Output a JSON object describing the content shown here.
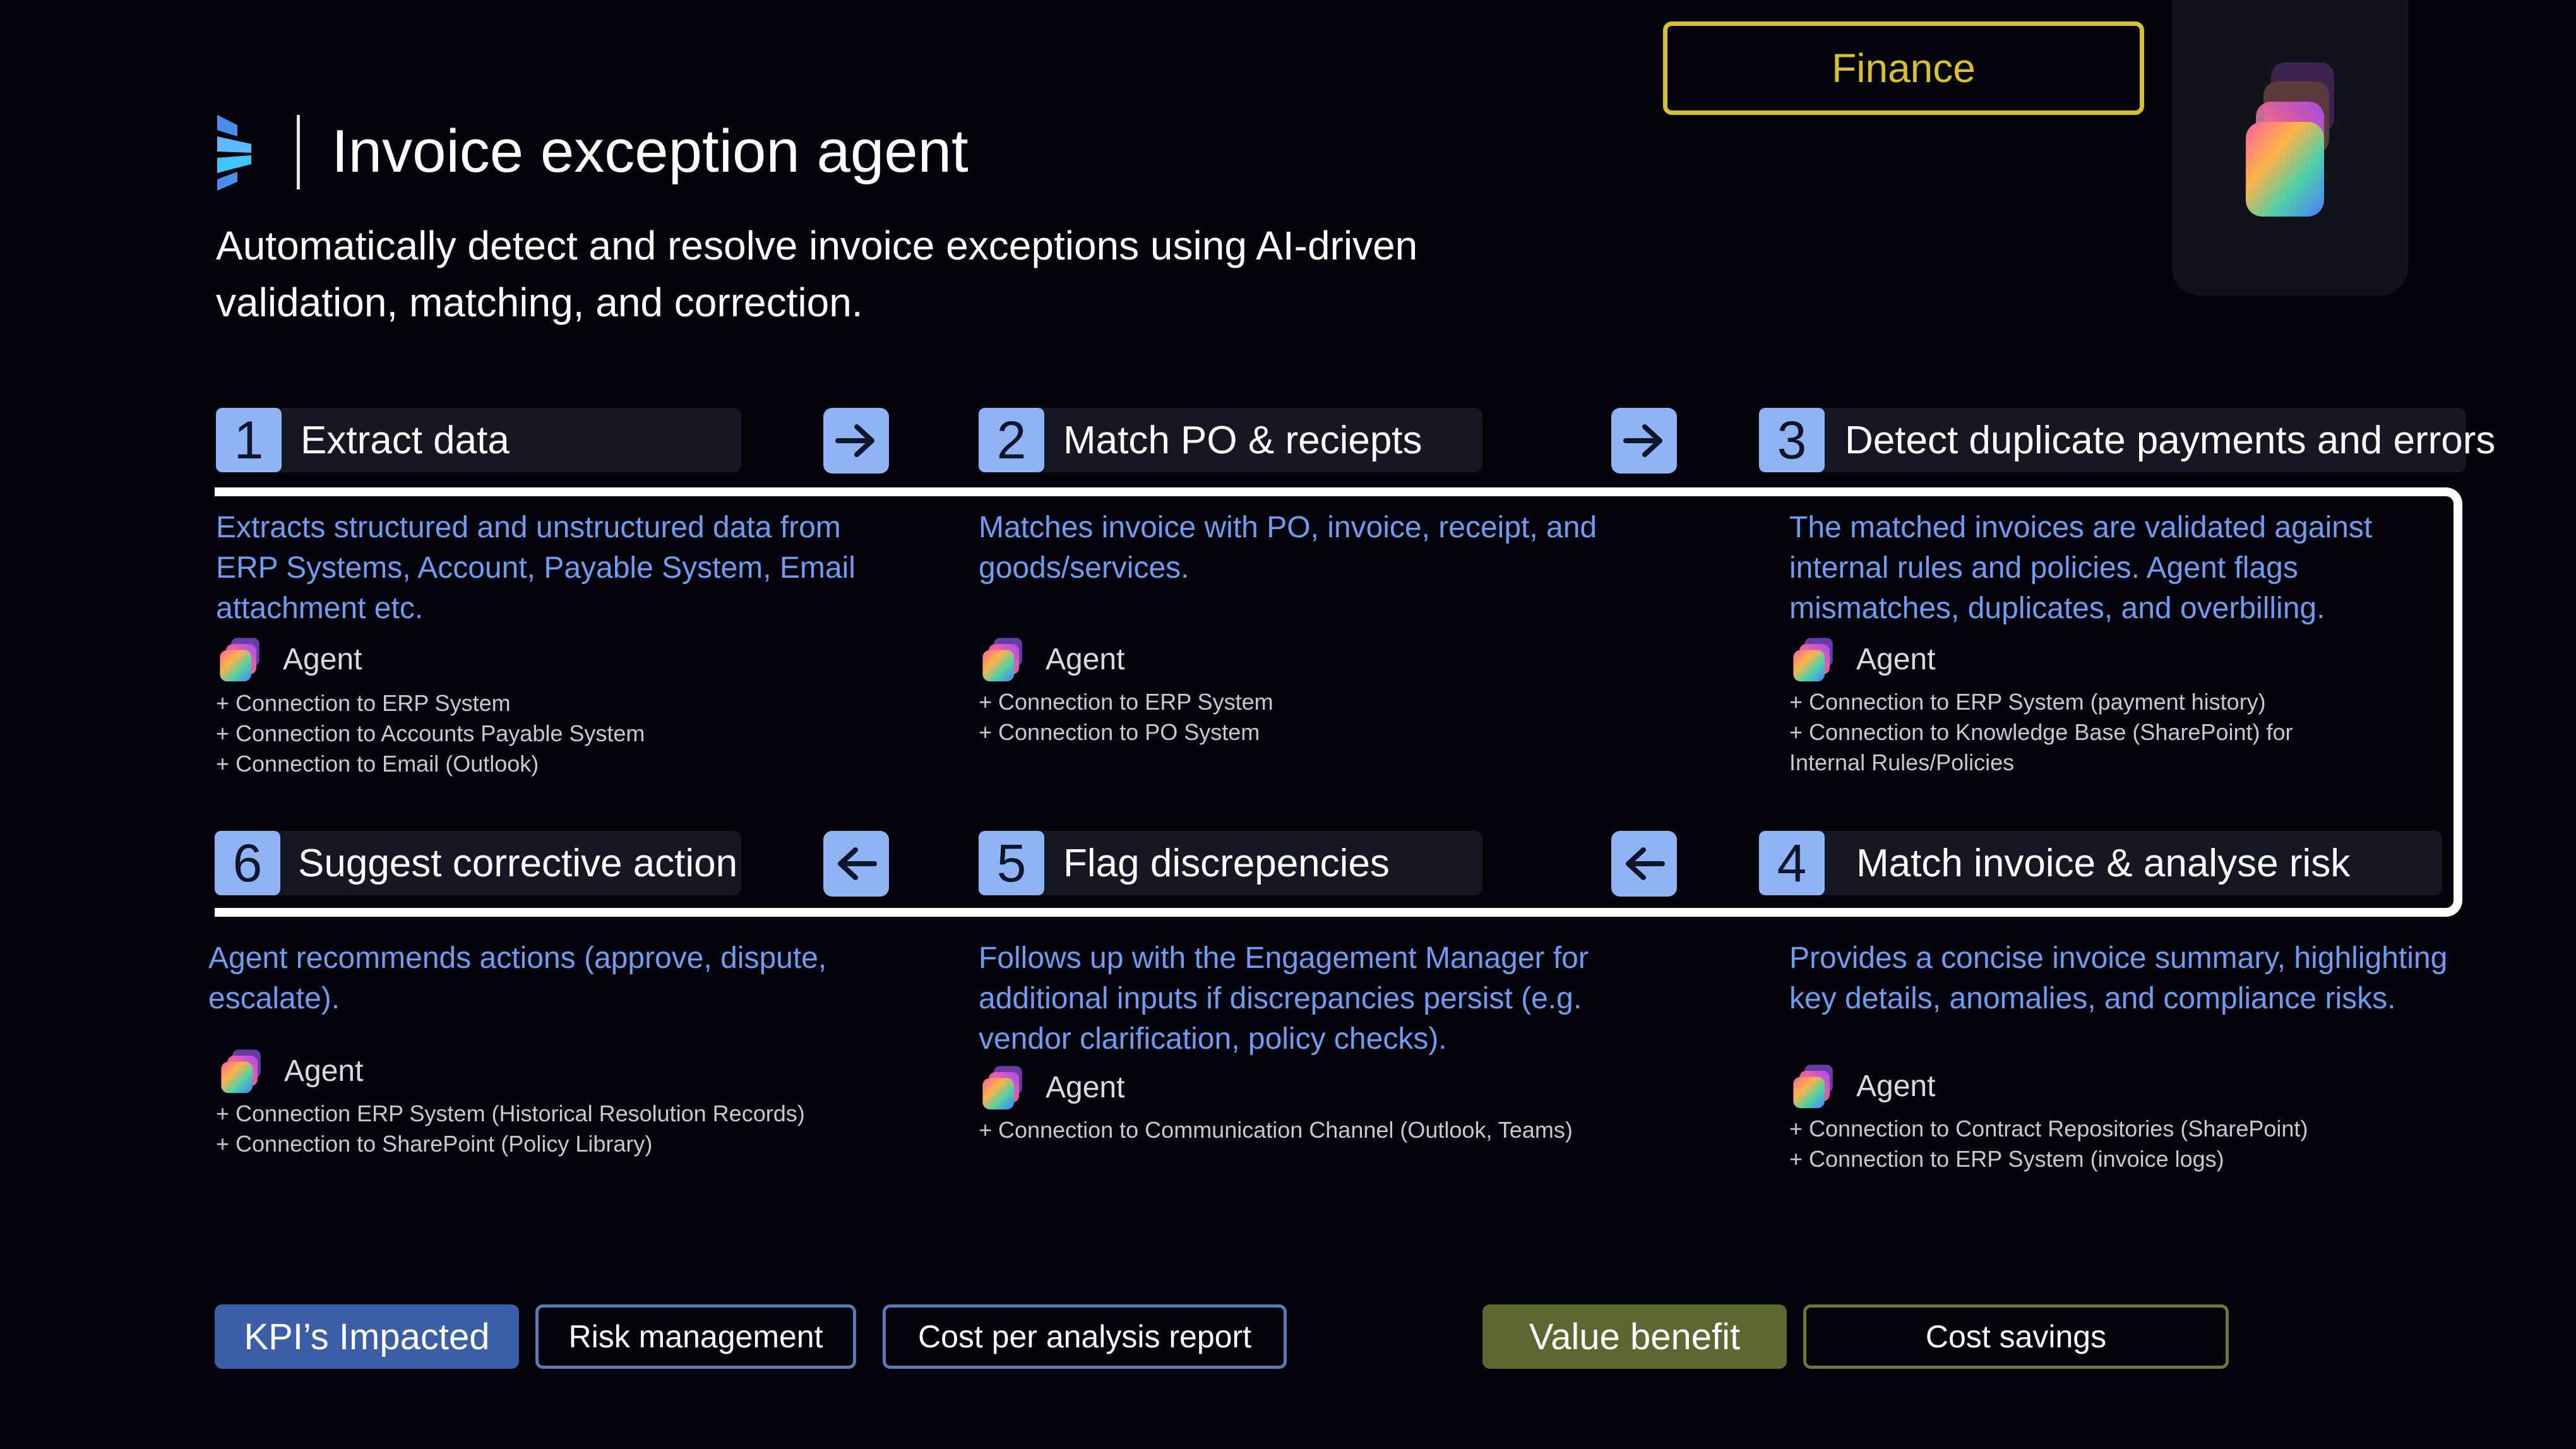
{
  "header": {
    "title": "Invoice exception agent",
    "subtitle": "Automatically detect and resolve invoice exceptions using AI-driven validation, matching, and correction.",
    "category": "Finance"
  },
  "steps": [
    {
      "number": "1",
      "label": "Extract data",
      "description": "Extracts structured and unstructured data from ERP Systems, Account, Payable System, Email attachment etc.",
      "agent_label": "Agent",
      "connections": [
        "+ Connection to ERP System",
        "+ Connection to Accounts Payable System",
        "+ Connection to Email (Outlook)"
      ]
    },
    {
      "number": "2",
      "label": "Match PO & reciepts",
      "description": "Matches invoice with PO, invoice, receipt, and goods/services.",
      "agent_label": "Agent",
      "connections": [
        "+ Connection to ERP System",
        "+ Connection to PO System"
      ]
    },
    {
      "number": "3",
      "label": "Detect duplicate payments and errors",
      "description": "The matched invoices are validated against internal rules and policies. Agent flags mismatches, duplicates, and overbilling.",
      "agent_label": "Agent",
      "connections": [
        "+ Connection to ERP System (payment history)",
        "+ Connection to Knowledge Base (SharePoint) for",
        "Internal Rules/Policies"
      ]
    },
    {
      "number": "4",
      "label": "Match invoice & analyse risk",
      "description": "Provides a concise invoice summary, highlighting key details, anomalies, and compliance risks.",
      "agent_label": "Agent",
      "connections": [
        "+ Connection to Contract Repositories (SharePoint)",
        "+ Connection to ERP System (invoice logs)"
      ]
    },
    {
      "number": "5",
      "label": "Flag discrepencies",
      "description": "Follows up with the Engagement Manager for additional inputs if discrepancies persist (e.g. vendor clarification, policy checks).",
      "agent_label": "Agent",
      "connections": [
        "+ Connection to Communication Channel (Outlook, Teams)"
      ]
    },
    {
      "number": "6",
      "label": "Suggest corrective action",
      "description": "Agent recommends actions (approve, dispute, escalate).",
      "agent_label": "Agent",
      "connections": [
        "+ Connection ERP System (Historical Resolution Records)",
        "+ Connection to SharePoint (Policy Library)"
      ]
    }
  ],
  "footer": {
    "kpi_label": "KPI’s Impacted",
    "kpis": [
      "Risk management",
      "Cost per analysis report"
    ],
    "value_label": "Value benefit",
    "values": [
      "Cost savings"
    ]
  },
  "colors": {
    "accent_blue": "#8eb4f5",
    "description_blue": "#6f9cf0",
    "finance_gold": "#d7c12a",
    "kpi_blue": "#3a5fa6",
    "value_green": "#59692f",
    "background": "#04040c"
  },
  "icons": {
    "logo": "brand-logo-icon",
    "copilot": "copilot-icon",
    "arrow_right": "arrow-right-icon",
    "arrow_left": "arrow-left-icon",
    "agent": "agent-icon"
  }
}
